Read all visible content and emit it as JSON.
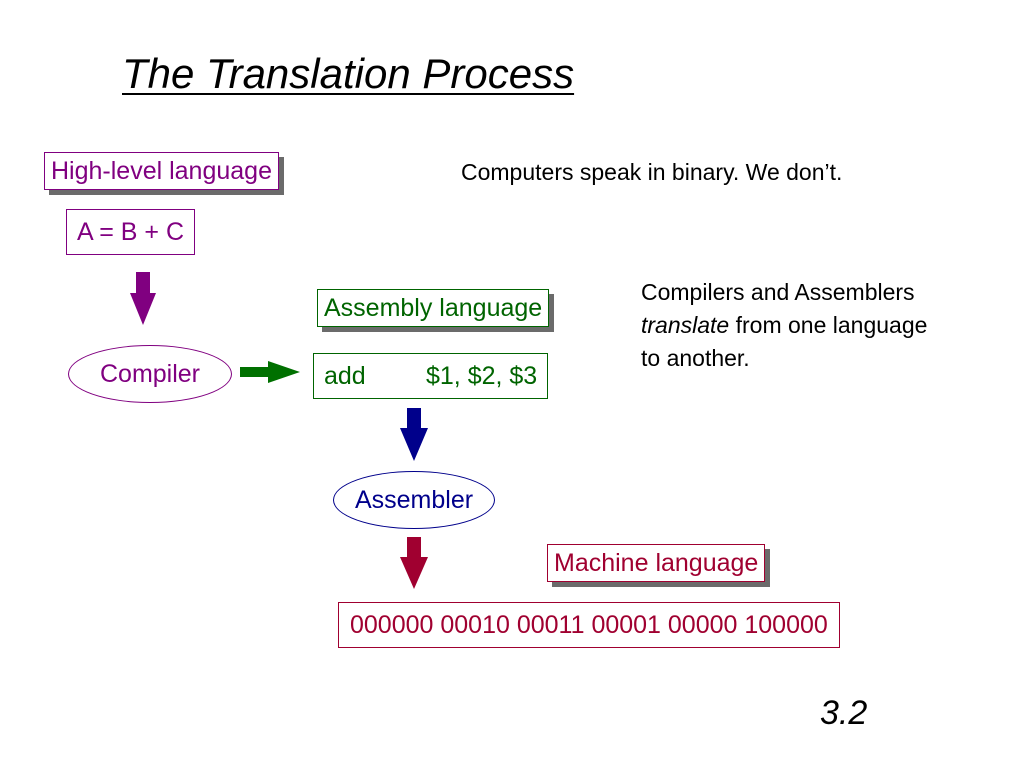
{
  "title": "The Translation Process",
  "high_level": {
    "label": "High-level language",
    "code": "A = B + C"
  },
  "compiler": {
    "label": "Compiler"
  },
  "assembly": {
    "label": "Assembly language",
    "op": "add",
    "operands": "$1, $2, $3"
  },
  "assembler": {
    "label": "Assembler"
  },
  "machine": {
    "label": "Machine language",
    "code": "000000 00010 00011 00001 00000 100000"
  },
  "notes": {
    "binary": "Computers speak in binary.  We don’t.",
    "translate_line1": "Compilers and Assemblers",
    "translate_em": "translate",
    "translate_rest": " from one language",
    "translate_line3": "to another."
  },
  "slide_number": "3.2",
  "colors": {
    "high_level": "#800080",
    "assembly": "#006400",
    "assembler": "#00008b",
    "machine": "#a00030",
    "compiler_arrow": "#007000",
    "shadow": "#6b6b6b"
  }
}
